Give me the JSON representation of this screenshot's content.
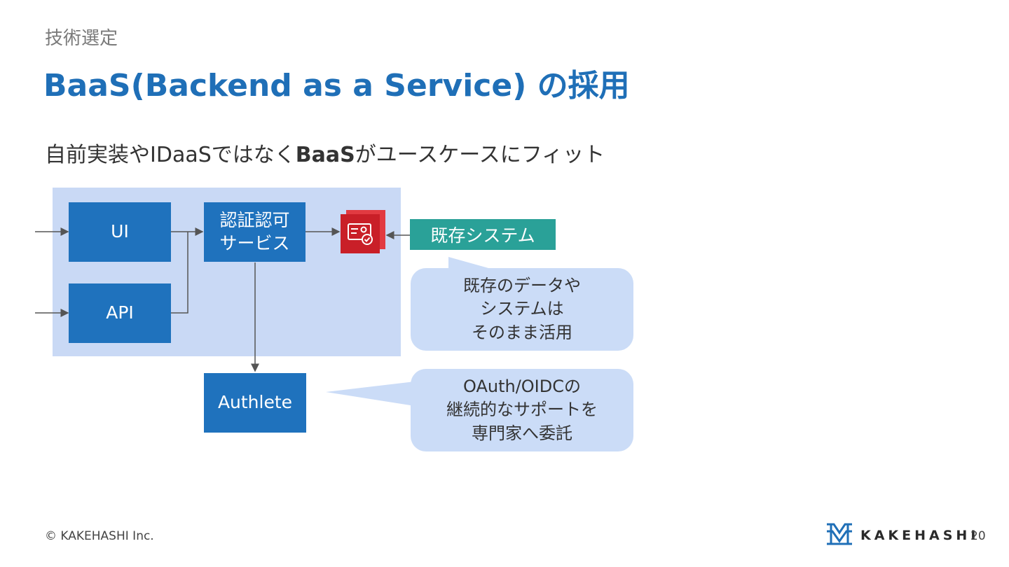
{
  "slide": {
    "eyebrow": "技術選定",
    "title": "BaaS(Backend as a Service) の採用",
    "lead_before": "自前実装やIDaaSではなく",
    "lead_bold": "BaaS",
    "lead_after": "がユースケースにフィット"
  },
  "diagram": {
    "ui_label": "UI",
    "api_label": "API",
    "auth_line1": "認証認可",
    "auth_line2": "サービス",
    "authlete_label": "Authlete",
    "existing_system_label": "既存システム",
    "bubble_existing": "既存のデータや\nシステムは\nそのまま活用",
    "bubble_oauth": "OAuth/OIDCの\n継続的なサポートを\n専門家へ委託"
  },
  "colors": {
    "title": "#1f6fb7",
    "box": "#1f72bd",
    "panel": "#c9d9f5",
    "bubble": "#cbdcf7",
    "teal": "#2aa198",
    "db_red": "#d9232e"
  },
  "footer": {
    "copyright": "© KAKEHASHI Inc.",
    "brand": "KAKEHASHI",
    "page": "20"
  }
}
